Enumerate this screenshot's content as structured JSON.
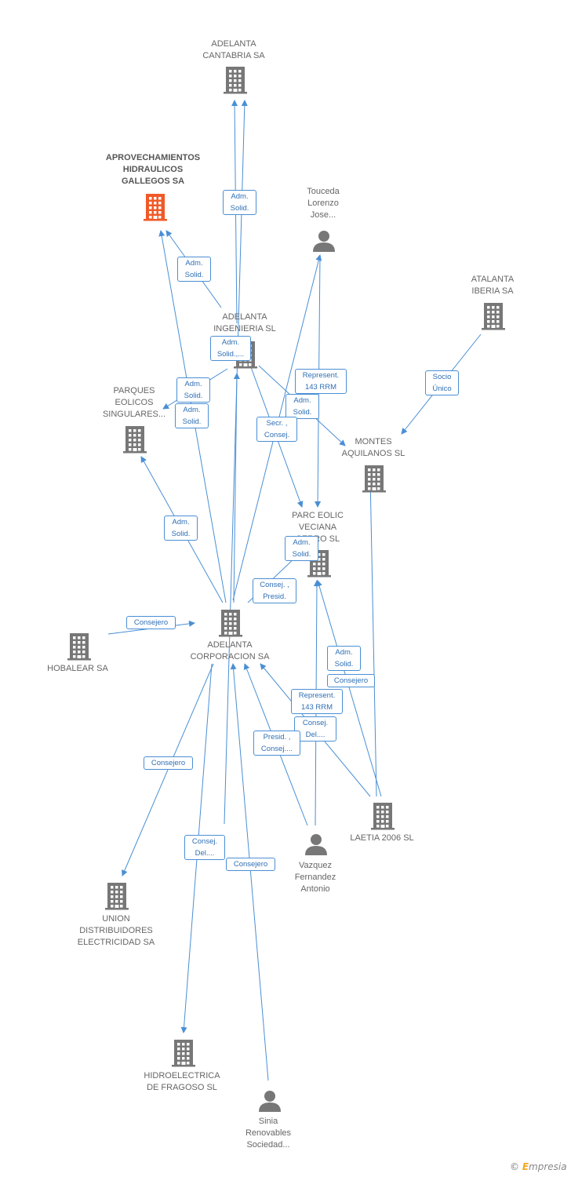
{
  "colors": {
    "edge": "#4a8fd4",
    "building": "#777777",
    "highlight": "#f05a28",
    "person": "#777777"
  },
  "nodes": [
    {
      "id": "cantabria",
      "label": "ADELANTA\nCANTABRIA SA",
      "icon": "building-icon"
    },
    {
      "id": "aprovech",
      "label": "APROVECHAMIENTOS\nHIDRAULICOS\nGALLEGOS SA",
      "icon": "building-icon",
      "highlight": true
    },
    {
      "id": "touceda",
      "label": "Touceda\nLorenzo\nJose...",
      "icon": "person-icon"
    },
    {
      "id": "atalanta",
      "label": "ATALANTA\nIBERIA SA",
      "icon": "building-icon"
    },
    {
      "id": "ingenieria",
      "label": "ADELANTA\nINGENIERIA SL",
      "icon": "building-icon"
    },
    {
      "id": "parques",
      "label": "PARQUES\nEOLICOS\nSINGULARES...",
      "icon": "building-icon"
    },
    {
      "id": "montes",
      "label": "MONTES\nAQUILANOS SL",
      "icon": "building-icon"
    },
    {
      "id": "parc",
      "label": "PARC EOLIC\nVECIANA\nCERRO SL",
      "icon": "building-icon"
    },
    {
      "id": "corporacion",
      "label": "ADELANTA\nCORPORACION SA",
      "icon": "building-icon"
    },
    {
      "id": "hobalear",
      "label": "HOBALEAR SA",
      "icon": "building-icon"
    },
    {
      "id": "laetia",
      "label": "LAETIA 2006 SL",
      "icon": "building-icon"
    },
    {
      "id": "vazquez",
      "label": "Vazquez\nFernandez\nAntonio",
      "icon": "person-icon"
    },
    {
      "id": "union",
      "label": "UNION\nDISTRIBUIDORES\nELECTRICIDAD SA",
      "icon": "building-icon"
    },
    {
      "id": "hidro",
      "label": "HIDROELECTRICA\nDE FRAGOSO SL",
      "icon": "building-icon"
    },
    {
      "id": "sinia",
      "label": "Sinia\nRenovables\nSociedad...",
      "icon": "person-icon"
    }
  ],
  "edge_labels": [
    {
      "id": "l1",
      "text": "Adm.\nSolid."
    },
    {
      "id": "l2",
      "text": "Adm.\nSolid."
    },
    {
      "id": "l3",
      "text": "Adm.\nSolid.,..."
    },
    {
      "id": "l4",
      "text": "Adm.\nSolid."
    },
    {
      "id": "l5",
      "text": "Adm.\nSolid."
    },
    {
      "id": "l6",
      "text": "Represent.\n143 RRM"
    },
    {
      "id": "l7",
      "text": "Adm.\nSolid."
    },
    {
      "id": "l8",
      "text": "Secr. ,\nConsej."
    },
    {
      "id": "l9",
      "text": "Socio\nÚnico"
    },
    {
      "id": "l10",
      "text": "Adm.\nSolid."
    },
    {
      "id": "l11",
      "text": "Adm.\nSolid."
    },
    {
      "id": "l12",
      "text": "Consej. ,\nPresid."
    },
    {
      "id": "l13",
      "text": "Consejero"
    },
    {
      "id": "l14",
      "text": "Adm.\nSolid."
    },
    {
      "id": "l15",
      "text": "Consejero"
    },
    {
      "id": "l16",
      "text": "Represent.\n143 RRM"
    },
    {
      "id": "l17",
      "text": "Consej.\nDel...."
    },
    {
      "id": "l18",
      "text": "Presid. ,\nConsej...."
    },
    {
      "id": "l19",
      "text": "Consejero"
    },
    {
      "id": "l20",
      "text": "Consej.\nDel...."
    },
    {
      "id": "l21",
      "text": "Consejero"
    }
  ],
  "footer": {
    "copyright": "©",
    "brand_initial": "E",
    "brand_rest": "mpresia"
  }
}
